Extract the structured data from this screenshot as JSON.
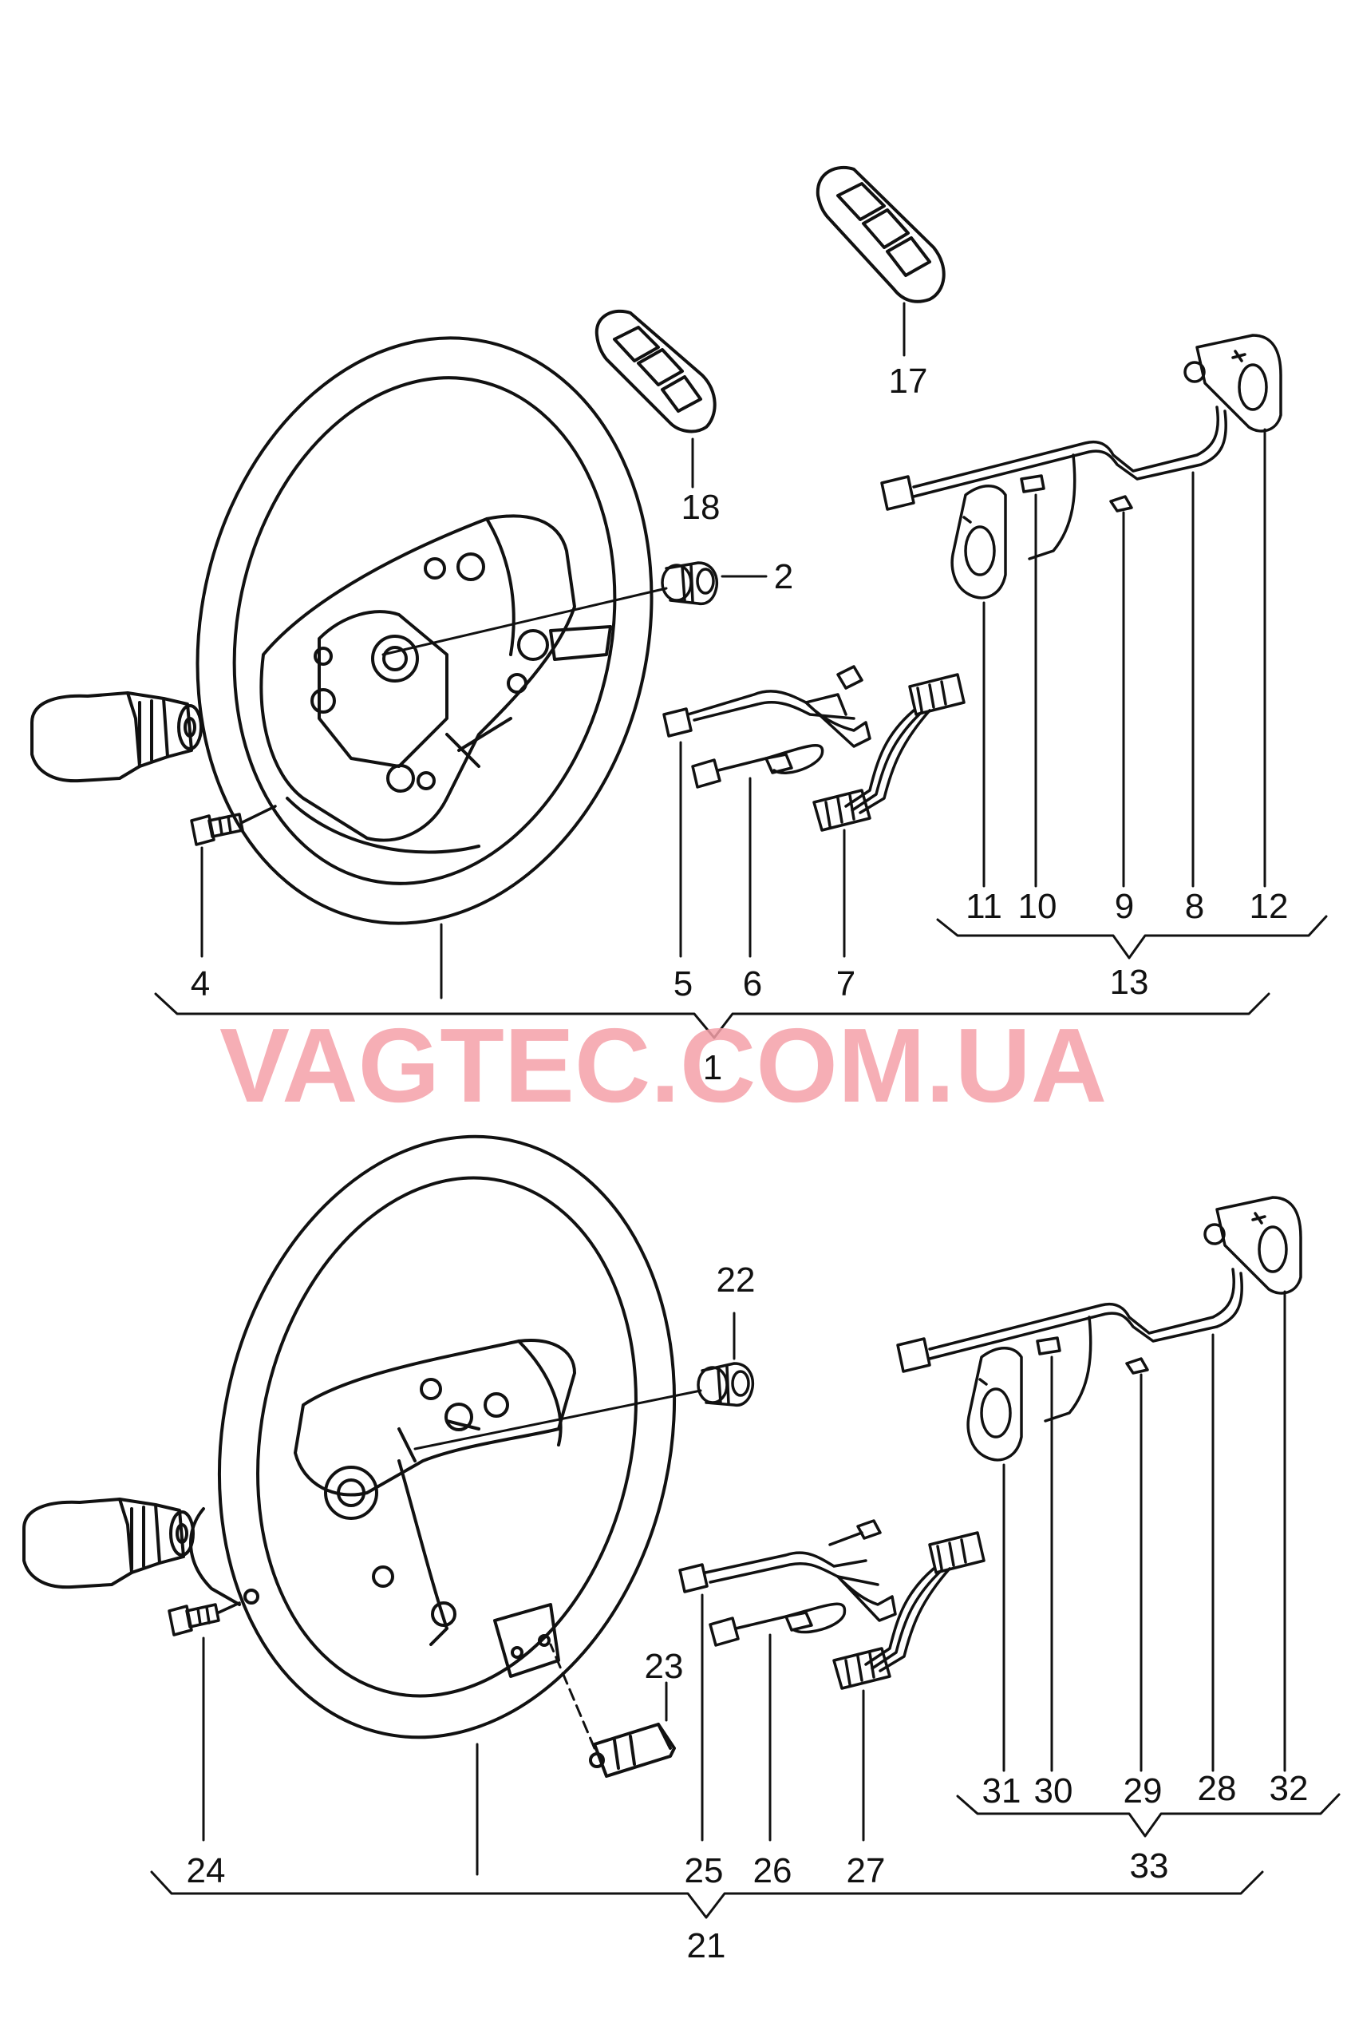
{
  "watermark": "VAGTEC.COM.UA",
  "colors": {
    "ink": "#111111",
    "watermark": "#f4a0a8",
    "background": "#ffffff"
  },
  "top_assembly": {
    "labels": {
      "n1": "1",
      "n2": "2",
      "n4": "4",
      "n5": "5",
      "n6": "6",
      "n7": "7",
      "n8": "8",
      "n9": "9",
      "n10": "10",
      "n11": "11",
      "n12": "12",
      "n13": "13",
      "n17": "17",
      "n18": "18"
    }
  },
  "bottom_assembly": {
    "labels": {
      "n21": "21",
      "n22": "22",
      "n23": "23",
      "n24": "24",
      "n25": "25",
      "n26": "26",
      "n27": "27",
      "n28": "28",
      "n29": "29",
      "n30": "30",
      "n31": "31",
      "n32": "32",
      "n33": "33"
    }
  }
}
